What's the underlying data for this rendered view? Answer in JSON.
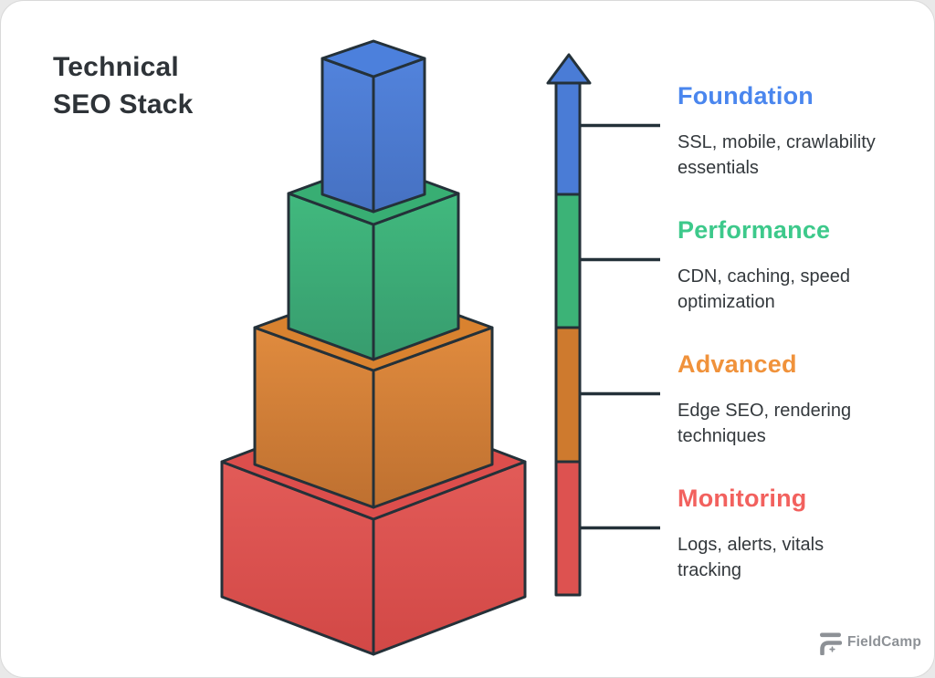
{
  "title": "Technical SEO Stack",
  "layers": [
    {
      "name": "Foundation",
      "description": "SSL, mobile, crawlability essentials",
      "accent": "#4a86ee",
      "box_top": "#4c80dc",
      "grad_top": "#5283dc",
      "grad_bottom": "#4671c2",
      "bar": "#4a7cd6"
    },
    {
      "name": "Performance",
      "description": "CDN, caching, speed optimization",
      "accent": "#3dc98b",
      "box_top": "#38ae73",
      "grad_top": "#41b97e",
      "grad_bottom": "#379c6e",
      "bar": "#3cb377"
    },
    {
      "name": "Advanced",
      "description": "Edge SEO, rendering techniques",
      "accent": "#f0923b",
      "box_top": "#d9822f",
      "grad_top": "#e08b3e",
      "grad_bottom": "#be7030",
      "bar": "#ce7a2e"
    },
    {
      "name": "Monitoring",
      "description": "Logs, alerts, vitals tracking",
      "accent": "#f2615e",
      "box_top": "#dc4e4c",
      "grad_top": "#e25b58",
      "grad_bottom": "#d24846",
      "bar": "#dd5250"
    }
  ],
  "colors": {
    "outline": "#243139",
    "title_text": "#2e3338",
    "body_text": "#33383c",
    "watermark": "#8d9196"
  },
  "watermark": "FieldCamp"
}
